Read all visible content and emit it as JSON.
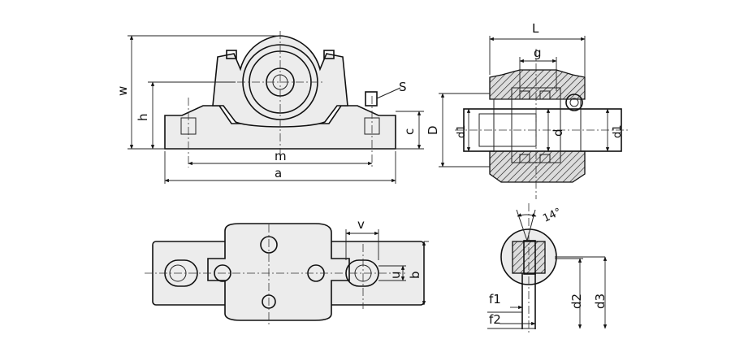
{
  "labels": {
    "w": "w",
    "h": "h",
    "s": "S",
    "c": "c",
    "m": "m",
    "a": "a",
    "L": "L",
    "g": "g",
    "D": "D",
    "d1_left": "d1",
    "d": "d",
    "d1_right": "d1",
    "v": "v",
    "u": "u",
    "b": "b",
    "angle": "14°",
    "f1": "f1",
    "f2": "f2",
    "d2": "d2",
    "d3": "d3"
  }
}
